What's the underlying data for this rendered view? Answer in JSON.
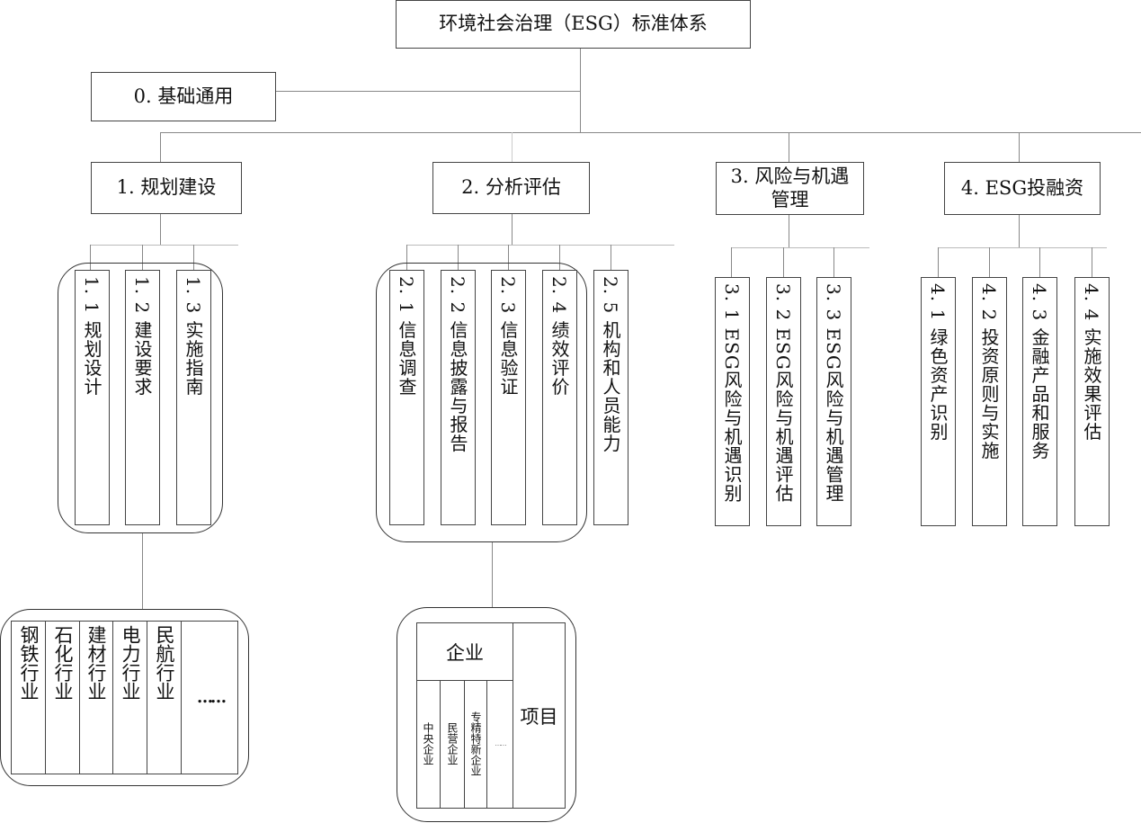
{
  "root": "环境社会治理（ESG）标准体系",
  "basic": "0. 基础通用",
  "categories": [
    {
      "label": "1. 规划建设",
      "items": [
        "1. 1  规划设计",
        "1. 2  建设要求",
        "1. 3  实施指南"
      ]
    },
    {
      "label": "2. 分析评估",
      "items": [
        "2. 1  信息调查",
        "2. 2  信息披露与报告",
        "2. 3  信息验证",
        "2. 4  绩效评价",
        "2. 5  机构和人员能力"
      ]
    },
    {
      "label": "3. 风险与机遇管理",
      "items": [
        "3. 1  ESG风险与机遇识别",
        "3. 2  ESG风险与机遇评估",
        "3. 3  ESG风险与机遇管理"
      ]
    },
    {
      "label": "4. ESG投融资",
      "items": [
        "4. 1  绿色资产识别",
        "4. 2  投资原则与实施",
        "4. 3  金融产品和服务",
        "4. 4  实施效果评估"
      ]
    }
  ],
  "industries": [
    "钢铁行业",
    "石化行业",
    "建材行业",
    "电力行业",
    "民航行业",
    "……"
  ],
  "subjects": {
    "enterprise": "企业",
    "enterprise_types": [
      "中央企业",
      "民营企业",
      "专精特新企业",
      "……"
    ],
    "project": "项目"
  }
}
